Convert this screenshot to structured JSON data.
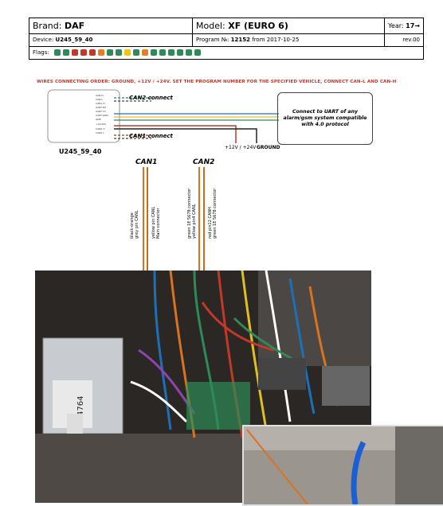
{
  "header": {
    "brand_label": "Brand:",
    "brand": "DAF",
    "model_label": "Model:",
    "model": "XF (EURO 6)",
    "year_label": "Year:",
    "year": "17→",
    "device_label": "Device:",
    "device": "U245_59_40",
    "program_label": "Program №:",
    "program": "12152",
    "from_label": "from",
    "date": "2017-10-25",
    "rev": "rev.00",
    "flags_label": "Flags:"
  },
  "flags": [
    "#2e8b57",
    "#2e8b57",
    "#c0392b",
    "#c0392b",
    "#c0392b",
    "#e67e22",
    "#2e8b57",
    "#2e8b57",
    "#f1c40f",
    "#2e8b57",
    "#e67e22",
    "#2e8b57",
    "#2e8b57",
    "#2e8b57",
    "#2e8b57",
    "#2e8b57",
    "#2e8b57"
  ],
  "diagram": {
    "order_text": "WIRES CONNECTING ORDER: GROUND, +12V / +24V. SET THE PROGRAM NUMBER FOR THE SPECIFIED VEHICLE, CONNECT CAN-L AND CAN-H",
    "can2_connect": "CAN2 connect",
    "can1_connect": "CAN1 connect",
    "power_label": "+12V / +24V",
    "ground_label": "GROUND",
    "device_name": "U245_59_40",
    "uart_text": "Connect to UART of any alarm/gsm system compatible with 4.0 protocol",
    "can1": "CAN1",
    "can2": "CAN2",
    "can1_notes": [
      "black-orange",
      "grey pin CANL",
      "yellow pin CANL",
      "Main connector"
    ],
    "can2_notes": [
      "green 1E 5678 connector",
      "yellow pin4 CANL",
      "red pin12 CANH",
      "green 1E 5678 connector"
    ]
  }
}
